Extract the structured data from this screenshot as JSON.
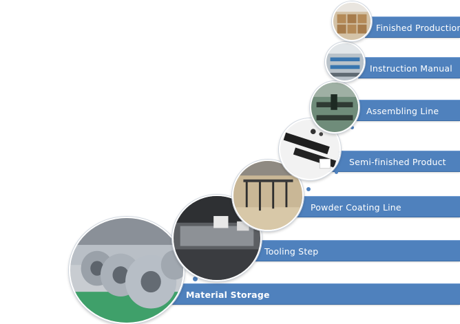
{
  "steps": [
    {
      "label": "Material Storage"
    },
    {
      "label": "Tooling  Step"
    },
    {
      "label": "Powder  Coating Line"
    },
    {
      "label": "Semi-finished  Product"
    },
    {
      "label": "Assembling Line"
    },
    {
      "label": "Instruction  Manual"
    },
    {
      "label": "Finished  Production"
    }
  ],
  "colors": {
    "bar": "#4f81bd",
    "dot": "#4f81bd",
    "background": "#ffffff"
  }
}
